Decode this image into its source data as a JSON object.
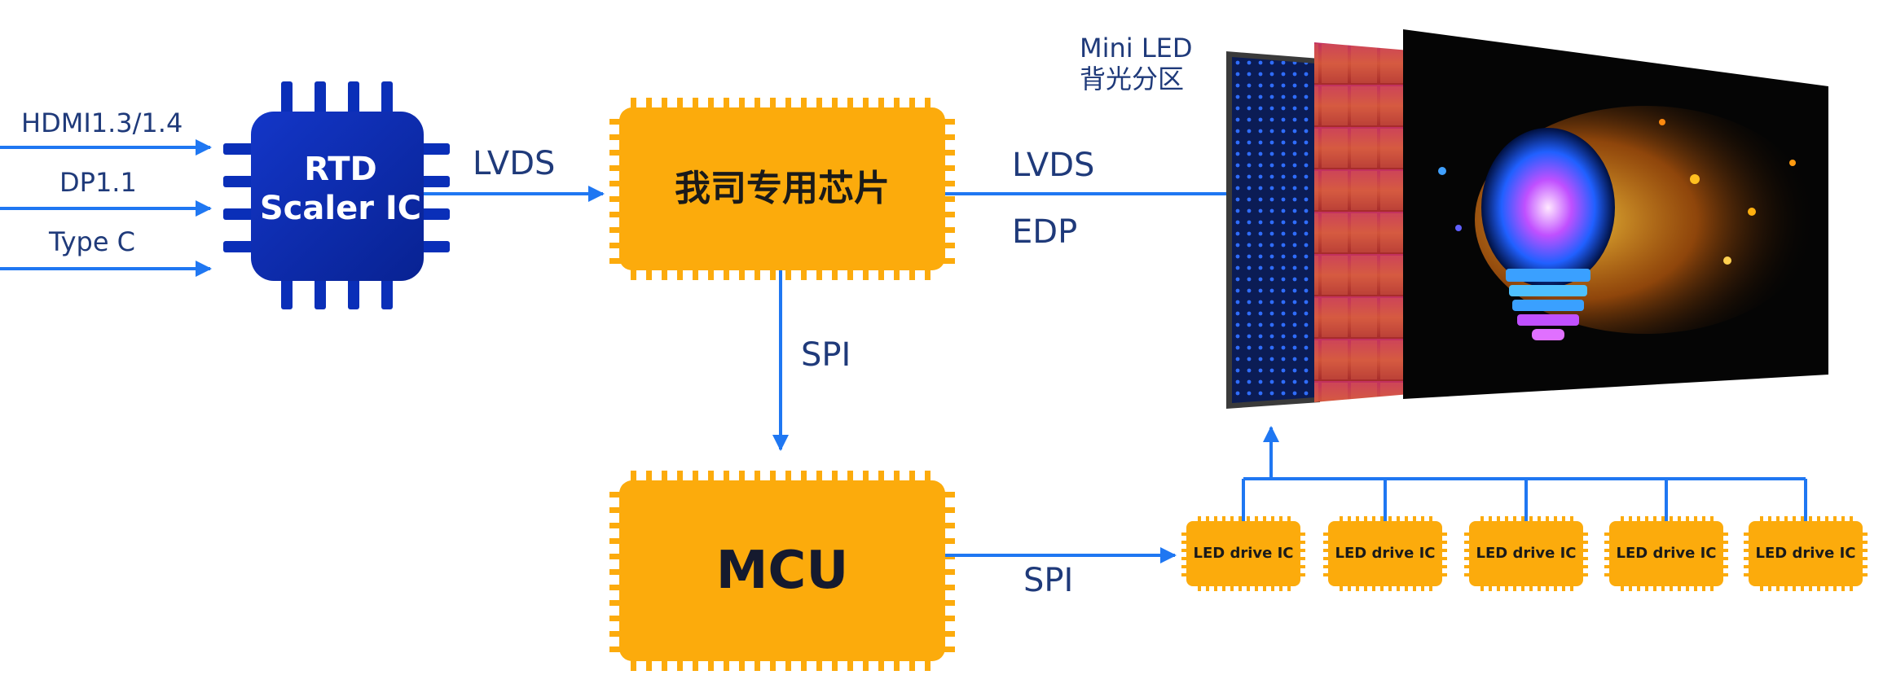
{
  "inputs": [
    "HDMI1.3/1.4",
    "DP1.1",
    "Type C"
  ],
  "scaler": {
    "line1": "RTD",
    "line2": "Scaler IC"
  },
  "chip": {
    "label": "我司专用芯片"
  },
  "mcu": {
    "label": "MCU"
  },
  "links": {
    "scaler_to_chip": "LVDS",
    "chip_to_panel_1": "LVDS",
    "chip_to_panel_2": "EDP",
    "chip_to_mcu": "SPI",
    "mcu_to_drivers": "SPI"
  },
  "panel": {
    "caption_line1": "Mini LED",
    "caption_line2": "背光分区"
  },
  "drivers": [
    "LED drive IC",
    "LED drive IC",
    "LED drive IC",
    "LED drive IC",
    "LED drive IC"
  ],
  "colors": {
    "arrow": "#1f77f2",
    "scaler_fill": "#0a2fb8",
    "chip_fill": "#fcab0c",
    "label_text": "#1f3a7a"
  }
}
